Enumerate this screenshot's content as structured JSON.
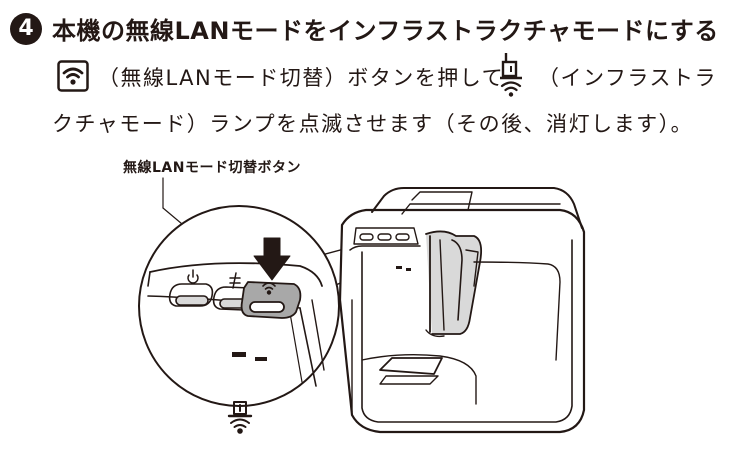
{
  "step": {
    "number": "4",
    "heading": "本機の無線LANモードをインフラストラクチャモードにする",
    "body_line1_a": "（無線LANモード切替）ボタンを押して",
    "body_line1_b": "（インフラストラ",
    "body_line2": "クチャモード）ランプを点滅させます（その後、消灯します）。"
  },
  "figure": {
    "callout_label": "無線LANモード切替ボタン"
  },
  "icons": {
    "wifi_mode_key": "wifi-mode-key-icon",
    "infrastructure_lamp": "infrastructure-mode-lamp-icon",
    "power": "power-icon",
    "feed": "feed-cut-icon",
    "arrow": "press-arrow-icon"
  },
  "colors": {
    "ink": "#231815",
    "paper": "#ffffff",
    "shade": "#d9d9d9"
  }
}
